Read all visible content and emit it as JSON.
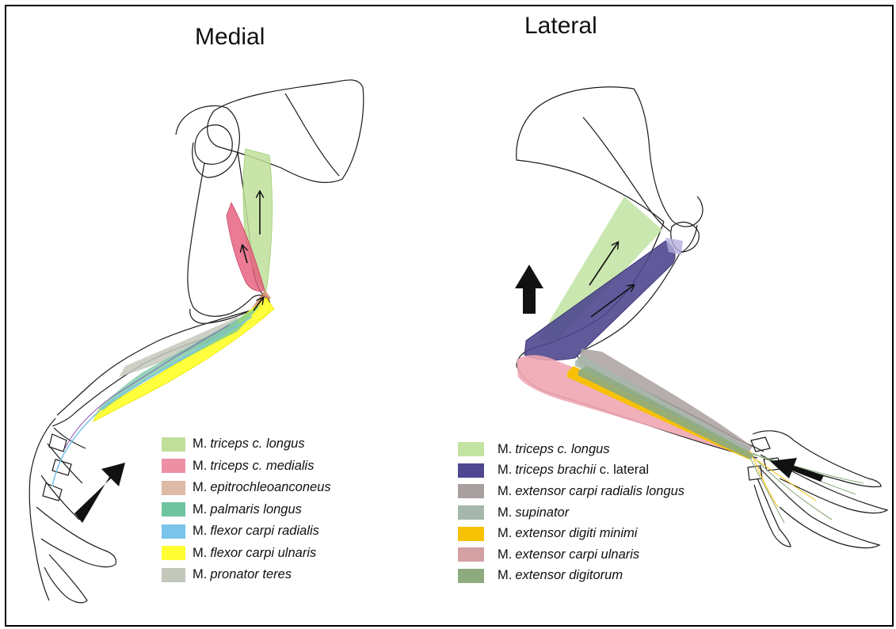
{
  "titles": {
    "medial": "Medial",
    "lateral": "Lateral"
  },
  "legend_prefix": "M.",
  "medial_legend": [
    {
      "italic": "triceps c. longus",
      "suffix": "",
      "color": "#c0df9a"
    },
    {
      "italic": "triceps c. medialis",
      "suffix": "",
      "color": "#ee8fa5"
    },
    {
      "italic": "epitrochleoanconeus",
      "suffix": "",
      "color": "#deb9a5"
    },
    {
      "italic": "palmaris longus",
      "suffix": "",
      "color": "#6fc4a0"
    },
    {
      "italic": "flexor carpi radialis",
      "suffix": "",
      "color": "#7ac4ea"
    },
    {
      "italic": "flexor carpi ulnaris",
      "suffix": "",
      "color": "#ffff33"
    },
    {
      "italic": "pronator teres",
      "suffix": "",
      "color": "#c3c8bb"
    }
  ],
  "lateral_legend": [
    {
      "italic": "triceps c. longus",
      "suffix": "",
      "color": "#c2e3a2"
    },
    {
      "italic": "triceps brachii",
      "suffix": " c. lateral",
      "color": "#4f478f"
    },
    {
      "italic": "extensor carpi radialis longus",
      "suffix": "",
      "color": "#a8a09e"
    },
    {
      "italic": "supinator",
      "suffix": "",
      "color": "#a6b7ac"
    },
    {
      "italic": "extensor digiti minimi",
      "suffix": "",
      "color": "#f7c106"
    },
    {
      "italic": "extensor carpi ulnaris",
      "suffix": "",
      "color": "#d3a0a4"
    },
    {
      "italic": "extensor digitorum",
      "suffix": "",
      "color": "#8dab7f"
    }
  ]
}
